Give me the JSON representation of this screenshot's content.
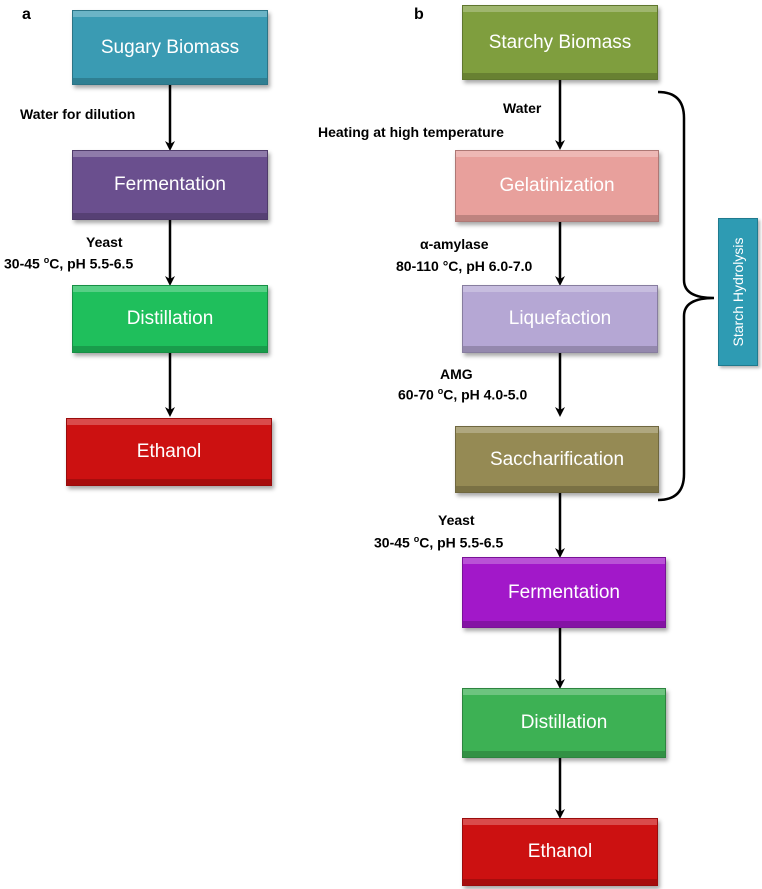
{
  "panel_a": {
    "letter": "a",
    "steps": [
      "Sugary Biomass",
      "Fermentation",
      "Distillation",
      "Ethanol"
    ],
    "label_dilution": "Water for dilution",
    "label_yeast": "Yeast",
    "label_yeast_temp": "30-45",
    "label_yeast_cond": "C, pH 5.5-6.5",
    "degree_mark": "o"
  },
  "panel_b": {
    "letter": "b",
    "steps": [
      "Starchy Biomass",
      "Gelatinization",
      "Liquefaction",
      "Saccharification",
      "Fermentation",
      "Distillation",
      "Ethanol"
    ],
    "label_water": "Water",
    "label_heating": "Heating at high temperature",
    "label_amylase": "α-amylase",
    "label_amylase_cond": "80-110 °C, pH 6.0-7.0",
    "label_amg": "AMG",
    "label_amg_temp": "60-70",
    "label_amg_cond": "C, pH 4.0-5.0",
    "label_yeast": "Yeast",
    "label_yeast_temp": "30-45",
    "label_yeast_cond": "C, pH 5.5-6.5",
    "degree_mark": "o",
    "bracket_label": "Starch Hydrolysis"
  },
  "colors": {
    "sugary_biomass": "#3a9bb3",
    "fermentation_a": "#6a4f8e",
    "distillation_a": "#1fbf5c",
    "ethanol": "#cc1111",
    "starchy_biomass": "#7f9e3e",
    "gelatinization": "#e8a09c",
    "liquefaction": "#b5a7d4",
    "saccharification": "#958a54",
    "fermentation_b": "#a218c9",
    "distillation_b": "#3db154",
    "starch_hydrolysis": "#2e9bb3"
  }
}
